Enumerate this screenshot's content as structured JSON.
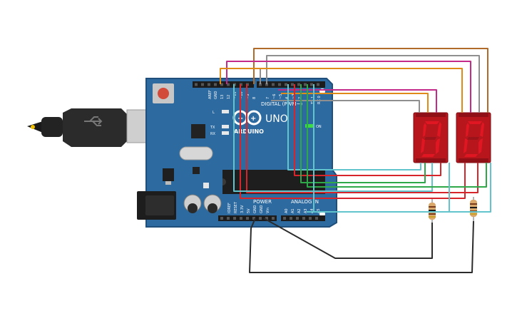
{
  "board": {
    "brand": "ARDUINO",
    "model": "UNO",
    "digital_header": "DIGITAL (PWM~)",
    "power_header": "POWER",
    "analog_header": "ANALOG IN",
    "on_label": "ON",
    "led_l": "L",
    "led_tx": "TX",
    "led_rx": "RX",
    "aref": "AREF",
    "gnd": "GND",
    "pin_13": "13",
    "pin_12": "12",
    "pin_11": "~11",
    "pin_10": "~10",
    "pin_9": "~9",
    "pin_8": "8",
    "pin_7": "7",
    "pin_6": "~6",
    "pin_5": "~5",
    "pin_4": "4",
    "pin_3": "~3",
    "pin_2": "2",
    "pin_1": "TX 1",
    "pin_0": "RX 0",
    "p_ioref": "IOREF",
    "p_reset": "RESET",
    "p_3v3": "3.3V",
    "p_5v": "5V",
    "p_gnd1": "GND",
    "p_gnd2": "GND",
    "p_vin": "Vin",
    "a0": "A0",
    "a1": "A1",
    "a2": "A2",
    "a3": "A3",
    "a4": "A4",
    "a5": "A5"
  },
  "displays": [
    {
      "digit": "0"
    },
    {
      "digit": "0"
    }
  ],
  "colors": {
    "board": "#2c6aa0",
    "board_edge": "#1f4f7a",
    "segment_on": "#e01722",
    "display_body": "#b8161d",
    "wire_brown": "#b06a2a",
    "wire_gray": "#8f8f8f",
    "wire_magenta": "#c42a8a",
    "wire_orange": "#e08a1a",
    "wire_red": "#d6262c",
    "wire_cyan": "#62c4cc",
    "wire_green": "#2fa84a",
    "wire_black": "#2b2b2b"
  }
}
